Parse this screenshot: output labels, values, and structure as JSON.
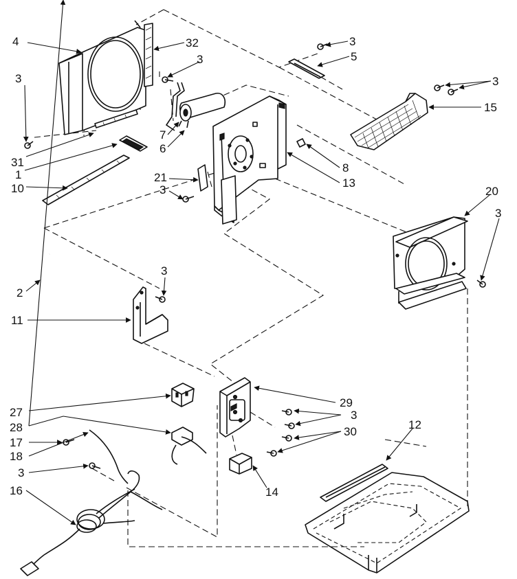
{
  "parts": [
    {
      "id": "4",
      "label": "4"
    },
    {
      "id": "32",
      "label": "32"
    },
    {
      "id": "3",
      "label": "3"
    },
    {
      "id": "5",
      "label": "5"
    },
    {
      "id": "15",
      "label": "15"
    },
    {
      "id": "7",
      "label": "7"
    },
    {
      "id": "6",
      "label": "6"
    },
    {
      "id": "31",
      "label": "31"
    },
    {
      "id": "1",
      "label": "1"
    },
    {
      "id": "10",
      "label": "10"
    },
    {
      "id": "21",
      "label": "21"
    },
    {
      "id": "8",
      "label": "8"
    },
    {
      "id": "13",
      "label": "13"
    },
    {
      "id": "20",
      "label": "20"
    },
    {
      "id": "2",
      "label": "2"
    },
    {
      "id": "11",
      "label": "11"
    },
    {
      "id": "27",
      "label": "27"
    },
    {
      "id": "28",
      "label": "28"
    },
    {
      "id": "29",
      "label": "29"
    },
    {
      "id": "30",
      "label": "30"
    },
    {
      "id": "17",
      "label": "17"
    },
    {
      "id": "18",
      "label": "18"
    },
    {
      "id": "16",
      "label": "16"
    },
    {
      "id": "14",
      "label": "14"
    },
    {
      "id": "12",
      "label": "12"
    }
  ]
}
